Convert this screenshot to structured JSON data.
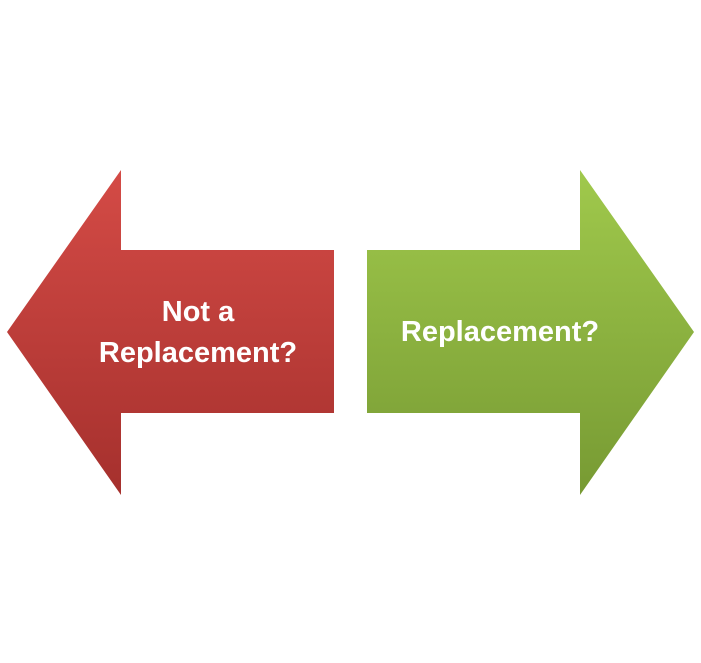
{
  "left_arrow": {
    "lines": [
      "Not a",
      "Replacement?"
    ],
    "color_top": "#d44b46",
    "color_bottom": "#a5302d"
  },
  "right_arrow": {
    "lines": [
      "Replacement?"
    ],
    "color_top": "#a0c94c",
    "color_bottom": "#779a33"
  }
}
